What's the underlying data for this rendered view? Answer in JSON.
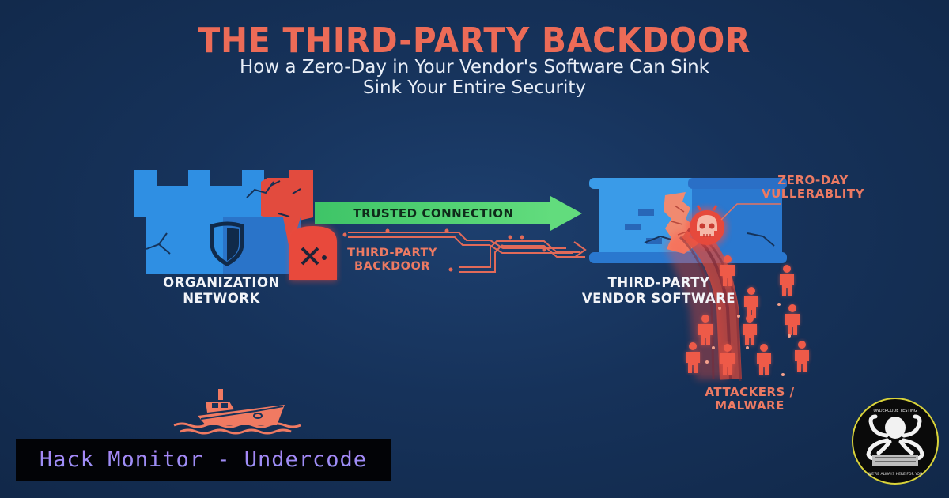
{
  "header": {
    "title": "THE THIRD-PARTY BACKDOOR",
    "subtitle_line1": "How a Zero-Day in Your Vendor's Software Can Sink",
    "subtitle_line2": "Sink Your Entire Security"
  },
  "diagram": {
    "organization": {
      "label_line1": "ORGANIZATION",
      "label_line2": "NETWORK",
      "icons": [
        "castle-tower-icon",
        "shield-icon",
        "broken-door-x-icon"
      ]
    },
    "trusted_connection": {
      "label": "TRUSTED CONNECTION",
      "color": "#4fd171"
    },
    "backdoor": {
      "label_line1": "THIRD-PARTY",
      "label_line2": "BACKDOOR",
      "color": "#e8735f"
    },
    "vendor": {
      "label_line1": "THIRD-PARTY",
      "label_line2": "VENDOR SOFTWARE",
      "icons": [
        "laptop-window-icon",
        "skull-icon"
      ]
    },
    "vulnerability": {
      "label_line1": "ZERO-DAY",
      "label_line2": "VULLERABLITY"
    },
    "attackers": {
      "label_line1": "ATTACKERS /",
      "label_line2": "MALWARE",
      "icon": "person-icon"
    },
    "sinking_ship_icon": "sinking-ship-icon"
  },
  "branding": {
    "watermark": "Hack Monitor - Undercode",
    "logo_icon": "octopus-logo-icon",
    "logo_text_top": "UNDERCODE TESTING",
    "logo_text_bottom": "WE'RE ALWAYS HERE FOR YOU"
  },
  "colors": {
    "background": "#16325a",
    "title_red": "#ec6b57",
    "accent_blue": "#2f8ee0",
    "danger_red": "#e8473a",
    "trusted_green": "#4fd171",
    "watermark_purple": "#a57df5"
  }
}
